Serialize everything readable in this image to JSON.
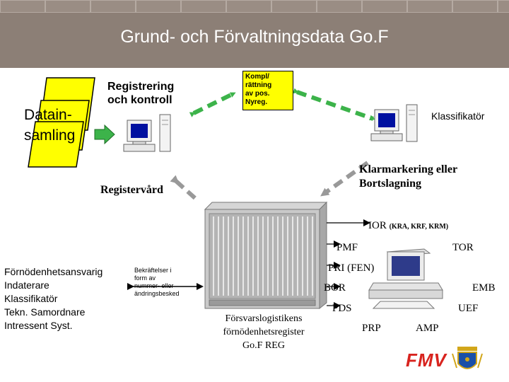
{
  "title": "Grund- och Förvaltningsdata Go.F",
  "data_collection": {
    "line1": "Datain-",
    "line2": "samling"
  },
  "registration": {
    "line1": "Registrering",
    "line2": "och kontroll"
  },
  "note": {
    "line1": "Kompl/",
    "line2": "rättning",
    "line3": "av pos.",
    "line4": "Nyreg."
  },
  "classifier": "Klassifikatör",
  "clearance": {
    "line1": "Klarmarkering  eller",
    "line2": "Bortslagning"
  },
  "register_care": "Registervård",
  "ior": {
    "main": "IOR",
    "detail": "(KRA, KRF, KRM)"
  },
  "systems": {
    "pmf": "PMF",
    "tor": "TOR",
    "pri": "PRI (FEN)",
    "bor": "BOR",
    "emb": "EMB",
    "pds": "PDS",
    "uef": "UEF",
    "prp": "PRP",
    "amp": "AMP"
  },
  "roles": [
    "Förnödenhetsansvarig",
    "Indaterare",
    "Klassifikatör",
    "Tekn. Samordnare",
    "Intressent Syst."
  ],
  "message": {
    "line1": "Bekräftelser i",
    "line2": "form av",
    "line3": "nummer- eller",
    "line4": "ändringsbesked"
  },
  "caption": {
    "line1": "Försvarslogistikens",
    "line2": "förnödenhetsregister",
    "line3": "Go.F REG"
  },
  "logo": "FMV",
  "colors": {
    "banner": "#8c7f76",
    "arrow_dashed": "#3cb34a",
    "arrow_grey": "#999999",
    "note_fill": "#ffff00",
    "doc_fill": "#ffff00",
    "logo_red": "#d8241f"
  }
}
